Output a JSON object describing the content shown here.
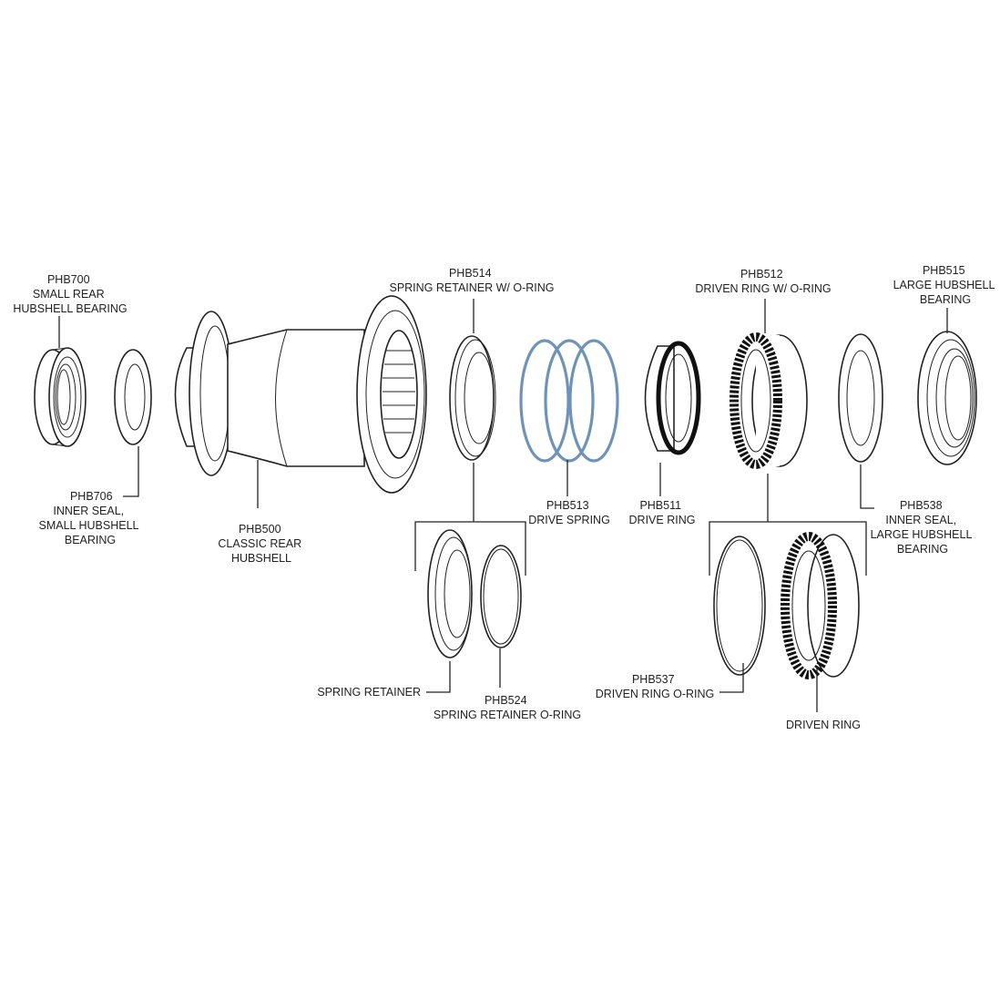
{
  "title": "",
  "colors": {
    "line": "#222222",
    "spring": "#6f93b8",
    "background": "#ffffff"
  },
  "labels": {
    "phb700": [
      "PHB700",
      "SMALL REAR",
      "HUBSHELL BEARING"
    ],
    "phb706": [
      "PHB706",
      "INNER SEAL,",
      "SMALL HUBSHELL",
      "BEARING"
    ],
    "phb500": [
      "PHB500",
      "CLASSIC REAR",
      "HUBSHELL"
    ],
    "phb514": [
      "PHB514",
      "SPRING RETAINER W/ O-RING"
    ],
    "phb513": [
      "PHB513",
      "DRIVE SPRING"
    ],
    "phb511": [
      "PHB511",
      "DRIVE RING"
    ],
    "phb512": [
      "PHB512",
      "DRIVEN RING W/ O-RING"
    ],
    "phb515": [
      "PHB515",
      "LARGE HUBSHELL",
      "BEARING"
    ],
    "phb538": [
      "PHB538",
      "INNER SEAL,",
      "LARGE HUBSHELL",
      "BEARING"
    ],
    "spring_retainer": [
      "SPRING RETAINER"
    ],
    "phb524": [
      "PHB524",
      "SPRING RETAINER O-RING"
    ],
    "phb537": [
      "PHB537",
      "DRIVEN RING O-RING"
    ],
    "driven_ring": [
      "DRIVEN RING"
    ]
  }
}
